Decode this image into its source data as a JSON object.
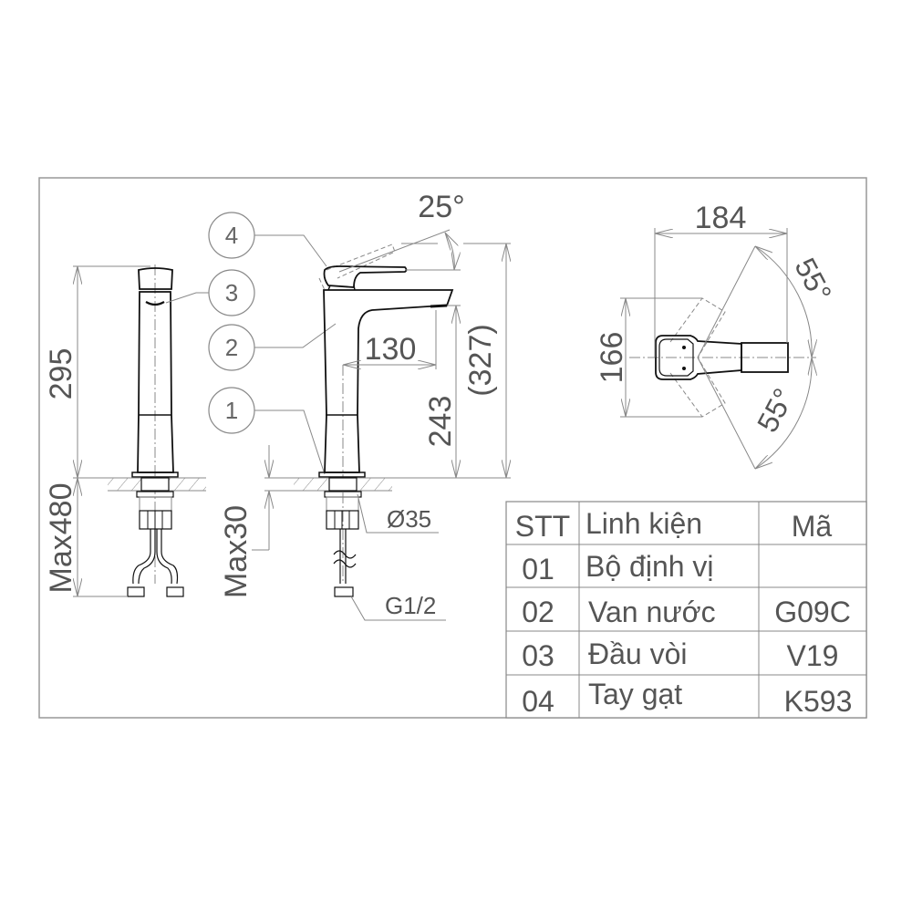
{
  "diagram": {
    "type": "technical-drawing",
    "subject": "basin faucet dimension drawing",
    "colors": {
      "outline": "#111111",
      "dimension": "#888888",
      "text": "#555555",
      "frame": "#999999"
    }
  },
  "side_view": {
    "dimensions": {
      "height": "295",
      "max_below": "Max480"
    }
  },
  "front_view": {
    "callouts": [
      "4",
      "3",
      "2",
      "1"
    ],
    "dimensions": {
      "lever_angle": "25°",
      "spout_reach": "130",
      "spout_height": "243",
      "total_height": "(327)",
      "max_thickness": "Max30",
      "hole_diameter": "Ø35",
      "thread": "G1/2"
    }
  },
  "top_view": {
    "dimensions": {
      "width": "184",
      "depth": "166",
      "angle_upper": "55°",
      "angle_lower": "55°"
    }
  },
  "parts_table": {
    "headers": [
      "STT",
      "Linh kiện",
      "Mã"
    ],
    "rows": [
      {
        "stt": "01",
        "part": "Bộ định vị",
        "code": ""
      },
      {
        "stt": "02",
        "part": "Van nước",
        "code": "G09C"
      },
      {
        "stt": "03",
        "part": "Đầu vòi",
        "code": "V19"
      },
      {
        "stt": "04",
        "part": "Tay gạt",
        "code": "K593"
      }
    ]
  }
}
